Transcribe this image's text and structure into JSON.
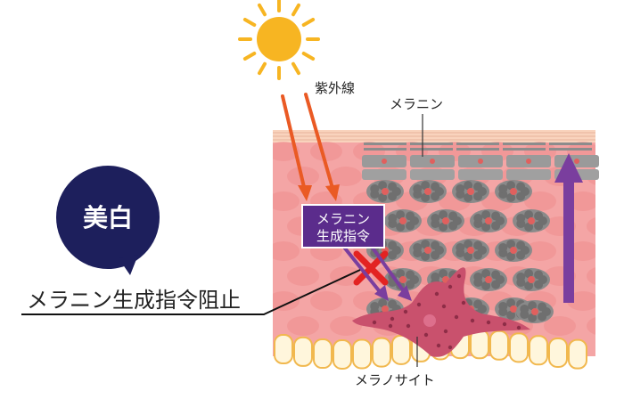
{
  "badge": {
    "text": "美白",
    "color": "#1d1f5c"
  },
  "headline": "メラニン生成指令阻止",
  "labels": {
    "uv": "紫外線",
    "melanin": "メラニン",
    "melanocyte": "メラノサイト",
    "signal_line1": "メラニン",
    "signal_line2": "生成指令"
  },
  "colors": {
    "uv_arrow": "#ea5a24",
    "signal_box": "#5b2c8c",
    "signal_arrow": "#7a3e9e",
    "block_mark": "#e32322",
    "sun": "#f7b522",
    "skin": "#f4a5a5",
    "melanocyte": "#c9516d"
  },
  "icons": {
    "sun": "sun-icon",
    "block": "cross-icon"
  }
}
